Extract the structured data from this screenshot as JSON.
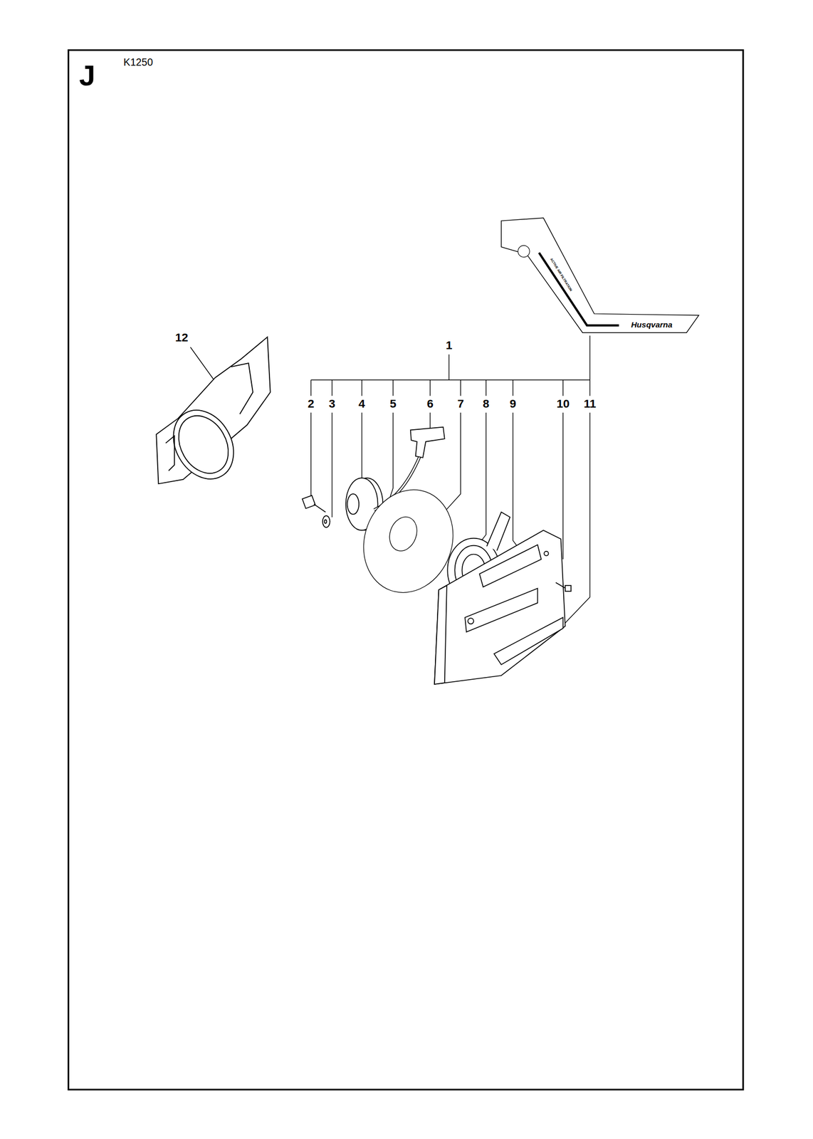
{
  "diagram": {
    "labels": [
      "J",
      "K1250",
      "Husqvarna",
      "ACTIVE AIR FILTRATION",
      "12",
      "1",
      "2",
      "3",
      "4",
      "5",
      "6",
      "7",
      "8",
      "9",
      "10",
      "11"
    ]
  }
}
